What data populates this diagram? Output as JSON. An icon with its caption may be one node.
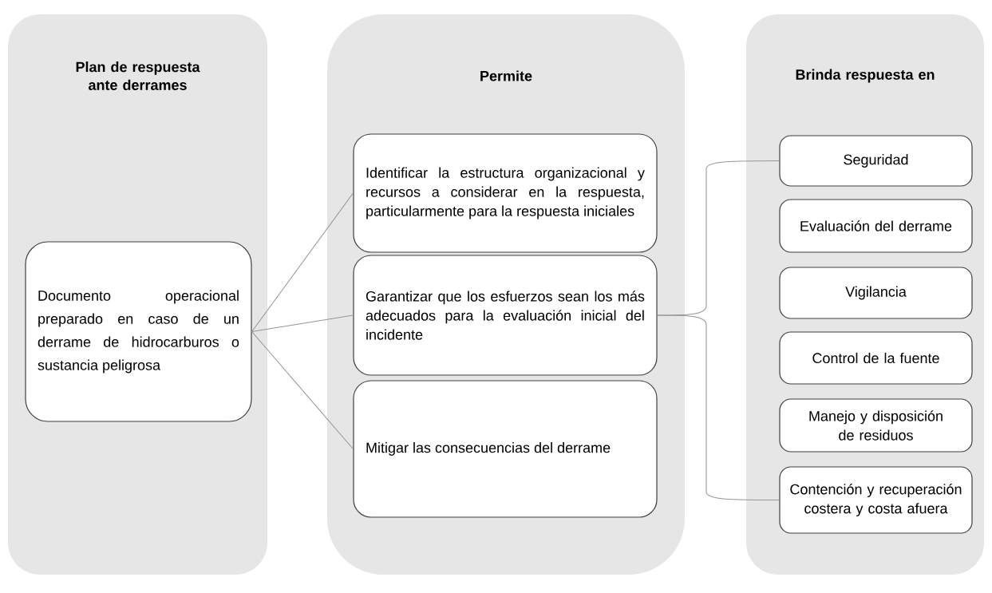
{
  "diagram": {
    "nodes": [
      {
        "text": [
          "Plan de respuesta ante derrames"
        ]
      },
      {
        "text": [
          "Permite"
        ]
      },
      {
        "text": [
          "Brinda respuesta en"
        ]
      },
      {
        "text": [
          "Documento operacional preparado en caso de un derrame de hidrocarburos o sustancia peligrosa"
        ],
        "in": 0
      },
      {
        "text": [
          "Identificar la estructura organizacional y recursos a considerar en la respuesta, particularmente para la respuesta iniciales"
        ],
        "in": 1
      },
      {
        "text": [
          "Garantizar que los esfuerzos sean los más adecuados para la evaluación inicial del incidente"
        ],
        "in": 1
      },
      {
        "text": [
          "Mitigar las consecuencias del derrame"
        ],
        "in": 1
      },
      {
        "text": [
          "Seguridad"
        ],
        "in": 2
      },
      {
        "text": [
          "Evaluación del derrame"
        ],
        "in": 2
      },
      {
        "text": [
          "Vigilancia"
        ],
        "in": 2
      },
      {
        "text": [
          "Control de la fuente"
        ],
        "in": 2
      },
      {
        "text": [
          "Manejo y disposición de residuos"
        ],
        "in": 2
      },
      {
        "text": [
          "Contención y recuperación costera y costa afuera"
        ],
        "in": 2
      }
    ],
    "edges": [
      {
        "from": 3,
        "to": 4,
        "arrow": "none"
      },
      {
        "from": 3,
        "to": 5,
        "arrow": "none"
      },
      {
        "from": 3,
        "to": 6,
        "arrow": "none"
      },
      {
        "from": 5,
        "to": 7,
        "arrow": "none"
      },
      {
        "from": 5,
        "to": 12,
        "arrow": "none"
      }
    ]
  }
}
